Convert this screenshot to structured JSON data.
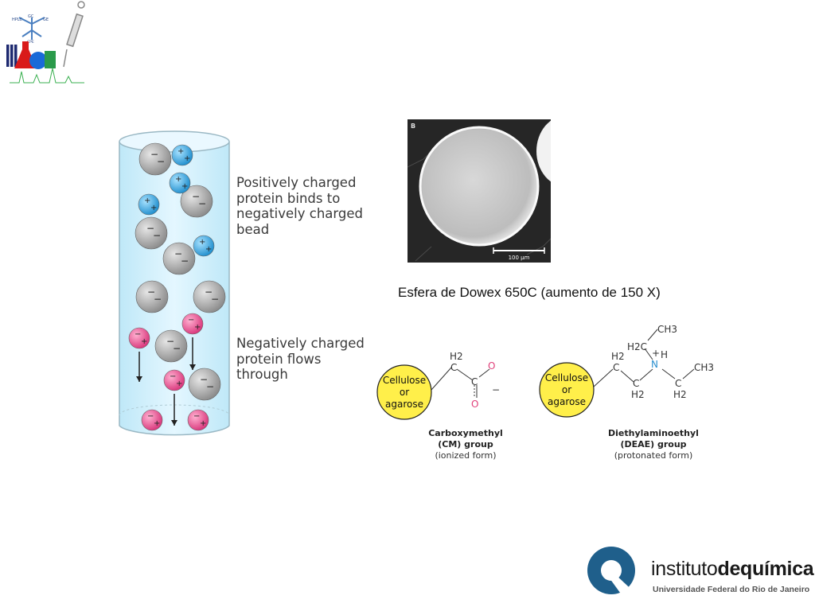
{
  "column": {
    "label_positive": "Positively charged\nprotein binds to\nnegatively charged\nbead",
    "label_negative": "Negatively charged\nprotein flows\nthrough",
    "bead_charge": "−",
    "protein_pos_charge": "+",
    "protein_neg_charge": "−",
    "colors": {
      "bead": "#a9a9a9",
      "positive_protein": "#3aa6dd",
      "negative_protein": "#e0508c",
      "fluid": "#cfeefa"
    }
  },
  "sem": {
    "panel_letter": "B",
    "scale_label": "100 μm",
    "caption": "Esfera de Dowex 650C (aumento de 150 X)"
  },
  "chemistry": {
    "cm": {
      "support": "Cellulose\nor\nagarose",
      "h2": "H2",
      "c1": "C",
      "c2": "C",
      "o1": "O",
      "o2": "O",
      "charge": "−",
      "name1": "Carboxymethyl",
      "name2": "(CM) group",
      "form": "(ionized form)"
    },
    "deae": {
      "support": "Cellulose\nor\nagarose",
      "h2a": "H2",
      "c1": "C",
      "h2b": "H2",
      "c2": "C",
      "nplus": "+",
      "n": "N",
      "h": "H",
      "h2c": "H2C",
      "ch3a": "CH3",
      "c3": "C",
      "h2d": "H2",
      "ch3b": "CH3",
      "name1": "Diethylaminoethyl",
      "name2": "(DEAE) group",
      "form": "(protonated form)"
    },
    "colors": {
      "support": "#ffef4a",
      "oxygen": "#e0407a",
      "nitrogen": "#2a8fcf"
    }
  },
  "logos": {
    "hplc_labels": {
      "hplc": "HPLC",
      "gc": "GC",
      "ge": "GE",
      "cpe": "CPE"
    },
    "institute_name_light": "instituto",
    "institute_name_bold": "dequímica",
    "institute_sub": "Universidade Federal do Rio de Janeiro",
    "institute_color": "#1f5f8b"
  }
}
